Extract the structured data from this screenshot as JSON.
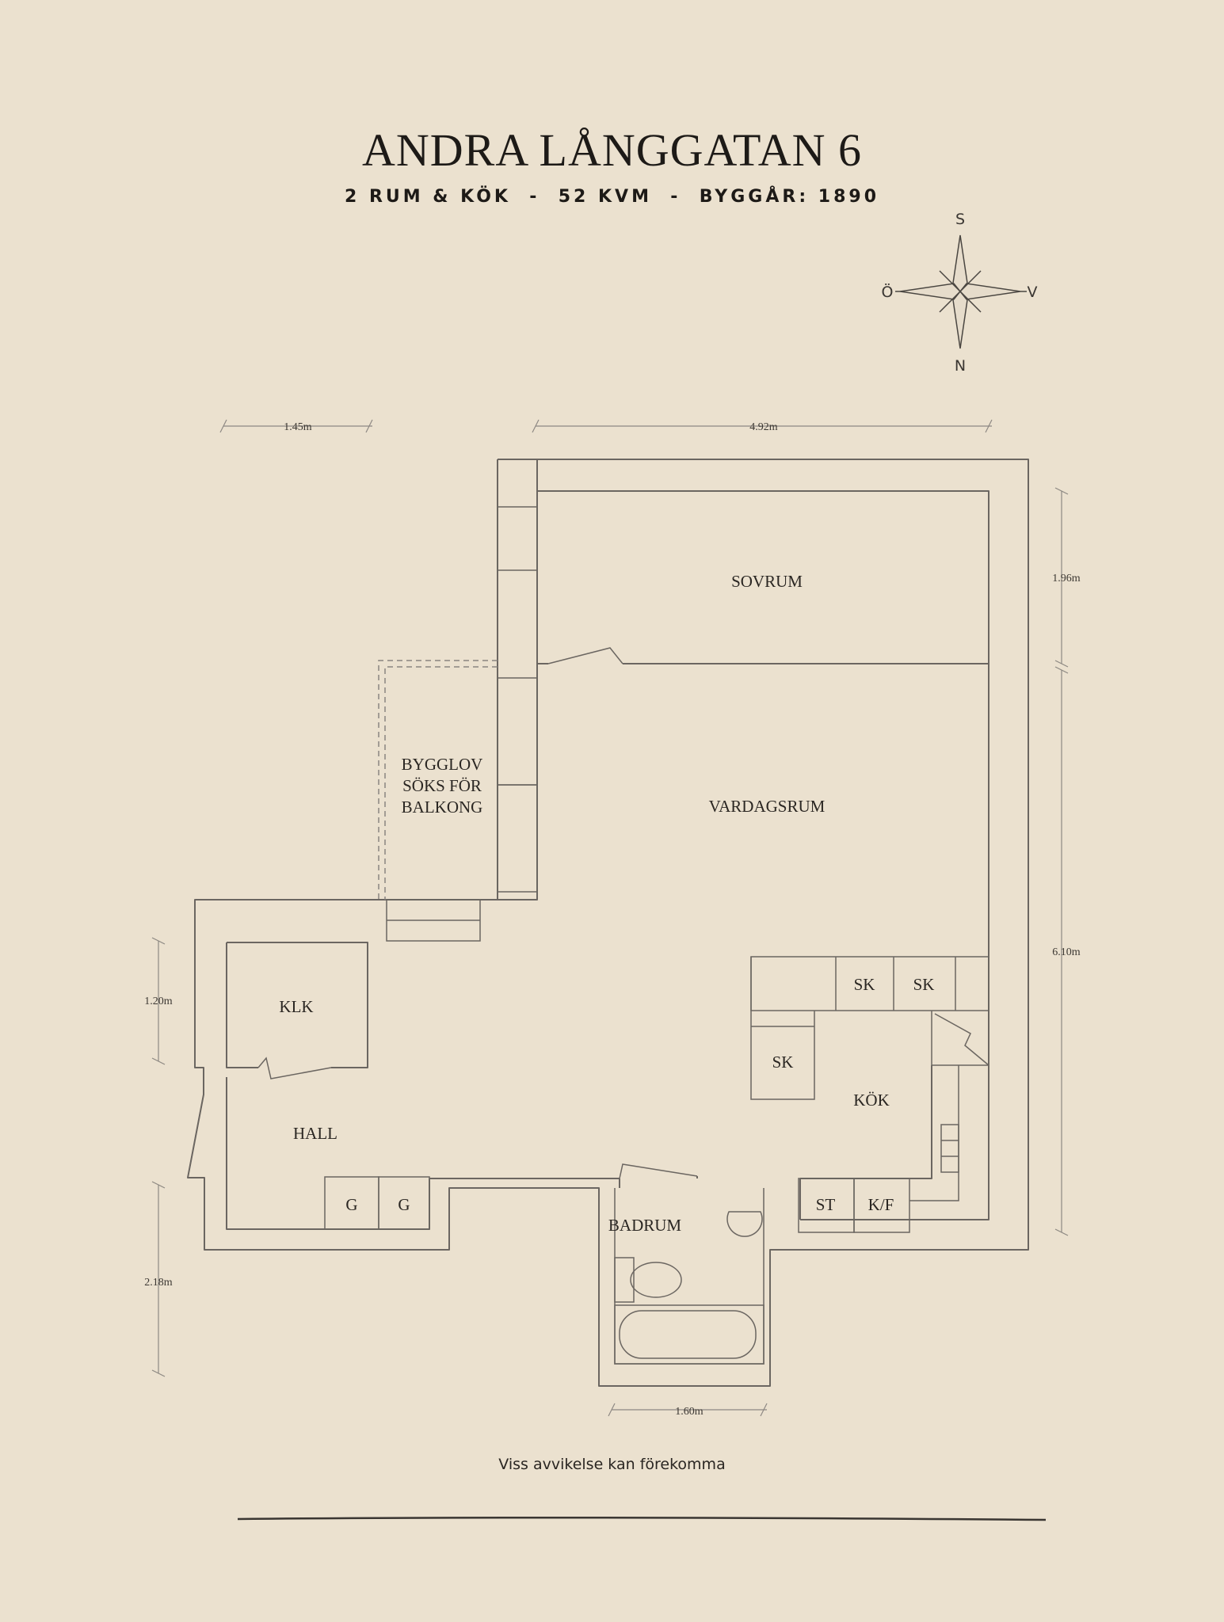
{
  "header": {
    "title": "ANDRA LÅNGGATAN 6",
    "subtitle": "2 RUM & KÖK  -  52 KVM  -  BYGGÅR: 1890"
  },
  "compass": {
    "south": "S",
    "north": "N",
    "east": "Ö",
    "west": "V"
  },
  "rooms": {
    "sovrum": "SOVRUM",
    "vardagsrum": "VARDAGSRUM",
    "balkong_line1": "BYGGLOV",
    "balkong_line2": "SÖKS FÖR",
    "balkong_line3": "BALKONG",
    "klk": "KLK",
    "hall": "HALL",
    "kok": "KÖK",
    "badrum": "BADRUM"
  },
  "fixtures": {
    "sk1": "SK",
    "sk2": "SK",
    "sk3": "SK",
    "g1": "G",
    "g2": "G",
    "st": "ST",
    "kf": "K/F"
  },
  "dimensions": {
    "top_left": "1.45m",
    "top_right": "4.92m",
    "right_upper": "1.96m",
    "right_lower": "6.10m",
    "left_upper": "1.20m",
    "left_lower": "2.18m",
    "bottom": "1.60m"
  },
  "footer": {
    "note": "Viss avvikelse kan förekomma"
  },
  "colors": {
    "background": "#ebe1cf",
    "line": "#6b6661",
    "text": "#1d1a17"
  }
}
